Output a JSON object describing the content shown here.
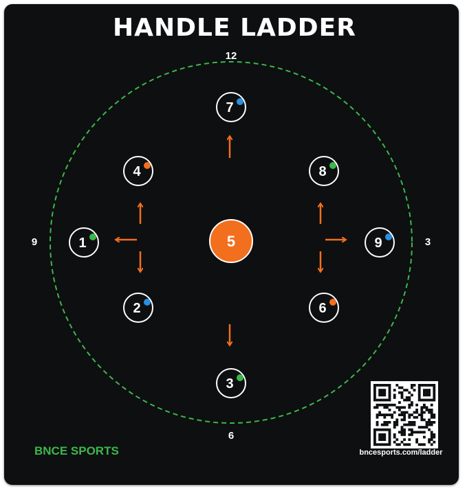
{
  "title": "HANDLE LADDER",
  "clock_labels": {
    "top": "12",
    "right": "3",
    "bottom": "6",
    "left": "9"
  },
  "center_marker": {
    "label": "5",
    "color": "#f26f1e"
  },
  "markers": [
    {
      "id": "1",
      "label": "1",
      "dot_color": "green"
    },
    {
      "id": "2",
      "label": "2",
      "dot_color": "blue"
    },
    {
      "id": "3",
      "label": "3",
      "dot_color": "green"
    },
    {
      "id": "4",
      "label": "4",
      "dot_color": "orange"
    },
    {
      "id": "6",
      "label": "6",
      "dot_color": "orange"
    },
    {
      "id": "7",
      "label": "7",
      "dot_color": "blue"
    },
    {
      "id": "8",
      "label": "8",
      "dot_color": "green"
    },
    {
      "id": "9",
      "label": "9",
      "dot_color": "blue"
    }
  ],
  "colors": {
    "mat": "#0e0f11",
    "orange": "#f26f1e",
    "green": "#3cb84a",
    "blue": "#2b8fe0",
    "white": "#ffffff",
    "dashed_ring": "#3cb84a"
  },
  "brand": "BNCE SPORTS",
  "url": "bncesports.com/ladder",
  "qr_icon": "qr-code-icon"
}
